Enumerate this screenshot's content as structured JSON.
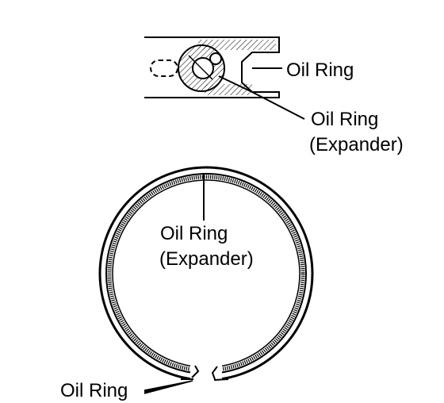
{
  "labels": {
    "section_oil_ring": "Oil Ring",
    "section_expander_line1": "Oil Ring",
    "section_expander_line2": "(Expander)",
    "ring_expander_line1": "Oil Ring",
    "ring_expander_line2": "(Expander)",
    "ring_gap_oil_ring": "Oil Ring"
  },
  "colors": {
    "ink": "#000000",
    "paper": "#ffffff"
  }
}
